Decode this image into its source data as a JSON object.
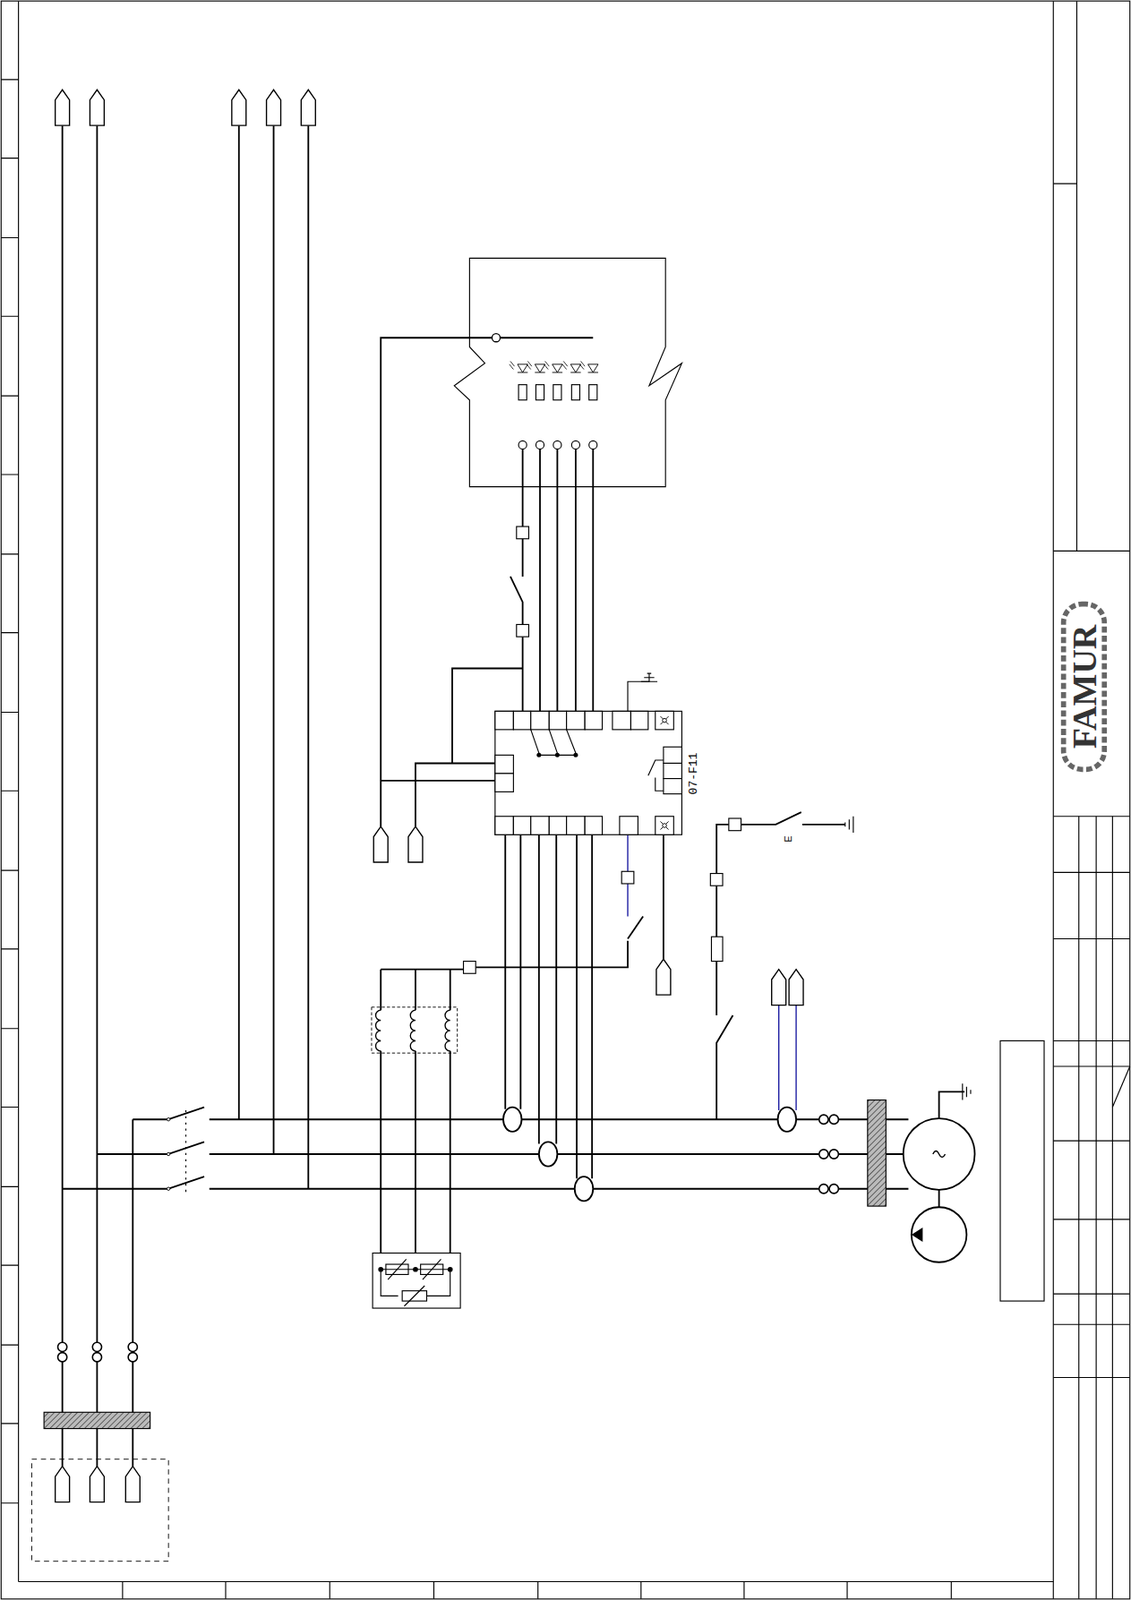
{
  "diagram": {
    "nodes": [
      {
        "text": [
          "07-F11"
        ]
      }
    ],
    "labels": [
      "FAMUR",
      "E"
    ]
  }
}
